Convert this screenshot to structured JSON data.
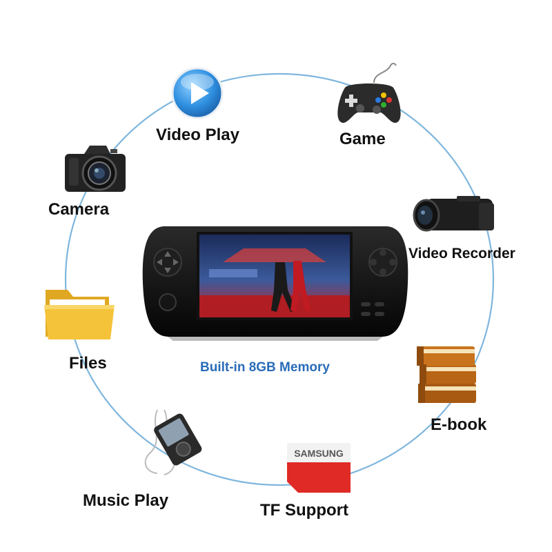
{
  "features": {
    "video_play": "Video Play",
    "game": "Game",
    "camera": "Camera",
    "video_recorder": "Video Recorder",
    "files": "Files",
    "ebook": "E-book",
    "music_play": "Music Play",
    "tf_support": "TF Support"
  },
  "center": {
    "memory_text": "Built-in 8GB Memory"
  },
  "sd_card_brand": "SAMSUNG",
  "colors": {
    "ring_line": "#7fb6dd",
    "memory_text": "#2a6cb8",
    "sd_card_red": "#e02a25",
    "folder_yellow": "#f5c33a",
    "play_button_blue": "#2f8fe0"
  }
}
